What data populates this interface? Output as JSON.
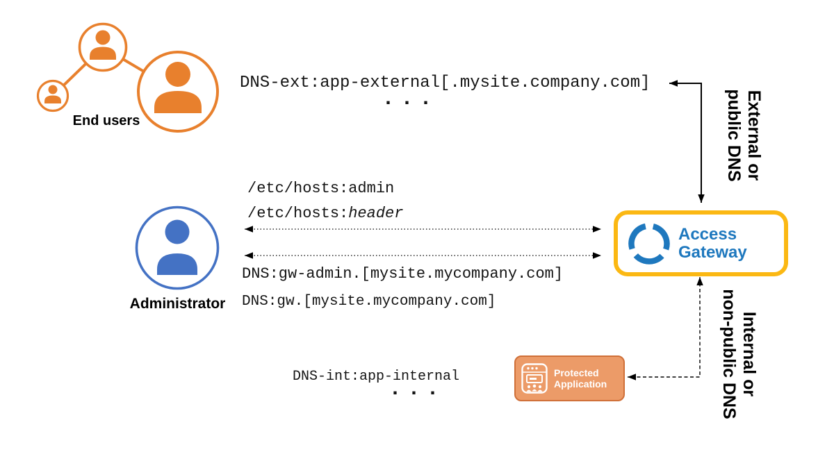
{
  "colors": {
    "orange": "#E8802D",
    "blue": "#4472C4",
    "gw-blue": "#1E78BE",
    "gold": "#FBB813",
    "app-fill": "#EC9B68",
    "app-border": "#CF6F38"
  },
  "actors": {
    "end_users_label": "End users",
    "administrator_label": "Administrator"
  },
  "gateway": {
    "line1": "Access",
    "line2": "Gateway"
  },
  "app": {
    "line1": "Protected",
    "line2": "Application"
  },
  "annotations": {
    "dns_ext": "DNS-ext:app-external[.mysite.company.com]",
    "dots_top": "...",
    "etc_hosts_admin": "/etc/hosts:admin",
    "etc_hosts_header_prefix": "/etc/hosts:",
    "etc_hosts_header_word": "header",
    "dns_gw_admin": "DNS:gw-admin.[mysite.mycompany.com]",
    "dns_gw": "DNS:gw.[mysite.mycompany.com]",
    "dns_int": "DNS-int:app-internal",
    "dots_bottom": "..."
  },
  "side_labels": {
    "external_line1": "External or",
    "external_line2": "public DNS",
    "internal_line1": "Internal or",
    "internal_line2": "non-public DNS"
  }
}
